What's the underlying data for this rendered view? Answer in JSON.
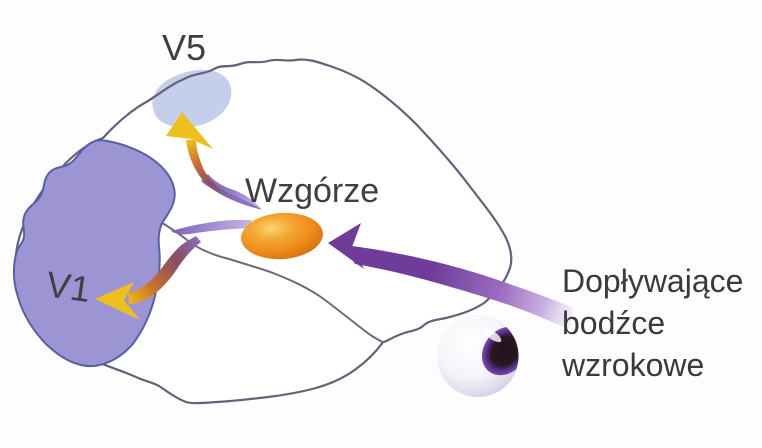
{
  "diagram": {
    "labels": {
      "v5": "V5",
      "v1": "V1",
      "thalamus": "Wzgórze"
    },
    "caption": {
      "line1": "Dopływające",
      "line2": "bodźce",
      "line3": "wzrokowe"
    },
    "colors": {
      "background": "#fdfdfd",
      "brain_outline": "#62627a",
      "v1_region": "#9d95d3",
      "v1_region_edge": "#5560a8",
      "v5_region": "#c4cfec",
      "thalamus_orange": "#ee8c1a",
      "input_arrow_purple": "#6f3d99",
      "feedback_yellow": "#eec01d",
      "label_text": "#3f3f42",
      "caption_text": "#3a3a3c"
    }
  }
}
